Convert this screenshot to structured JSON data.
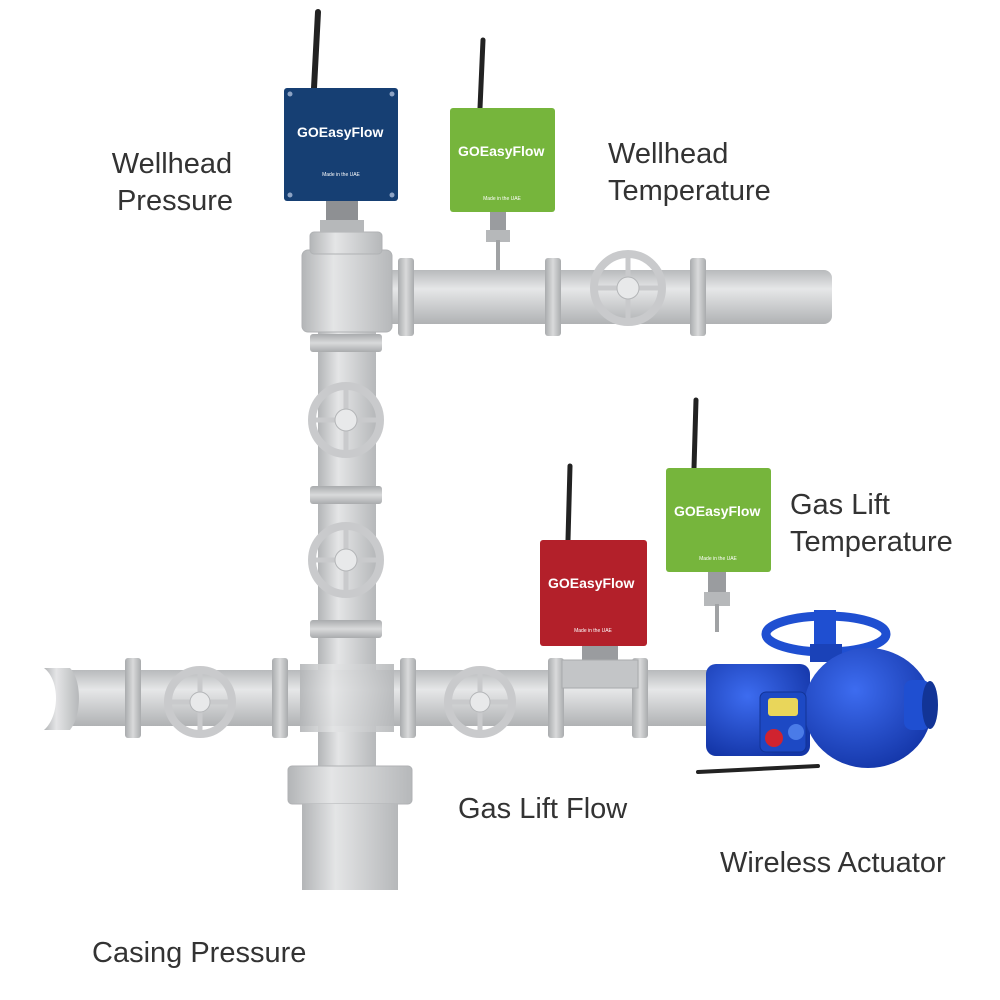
{
  "labels": {
    "wellhead_pressure": [
      "Wellhead",
      "Pressure"
    ],
    "wellhead_temperature": [
      "Wellhead",
      "Temperature"
    ],
    "gas_lift_temperature": [
      "Gas Lift",
      "Temperature"
    ],
    "gas_lift_flow": "Gas Lift Flow",
    "wireless_actuator": "Wireless Actuator",
    "casing_pressure": "Casing Pressure"
  },
  "devices": {
    "brand_prefix": "GO",
    "brand_name": "EasyFlow",
    "footer": "Made in the UAE"
  },
  "colors": {
    "pipe": "#d2d3d4",
    "pipe_dark": "#a9abad",
    "pressure_blue": "#163f73",
    "temperature_green": "#76b53c",
    "flow_red": "#b3202a",
    "actuator_blue": "#1f4fd1",
    "label": "#333333"
  }
}
